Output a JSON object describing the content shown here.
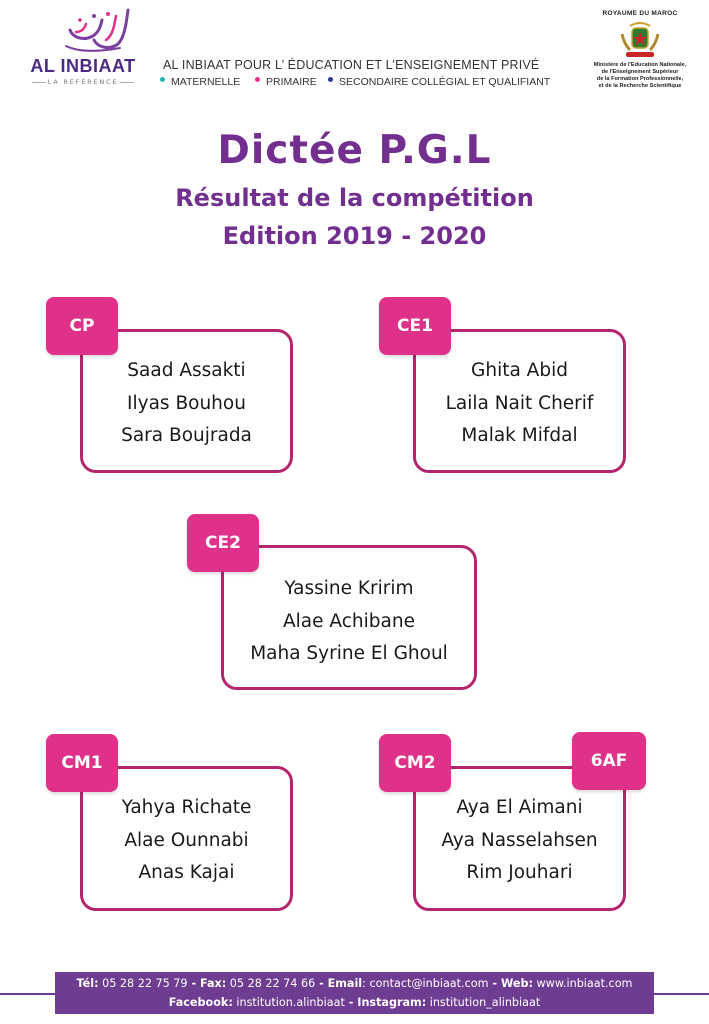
{
  "header": {
    "logo": {
      "arabic_mark": "الإنبعاث",
      "name": "AL INBIAAT",
      "tagline": "LA RÉFÉRENCE"
    },
    "school_name": "AL INBIAAT POUR L’ ÉDUCATION ET L’ENSEIGNEMENT PRIVÉ",
    "levels": [
      {
        "label": "MATERNELLE",
        "color": "#1fb7b0"
      },
      {
        "label": "PRIMAIRE",
        "color": "#e0318a"
      },
      {
        "label": "SECONDAIRE COLLÉGIAL ET QUALIFIANT",
        "color": "#2b3a8c"
      }
    ],
    "ministry": {
      "kingdom": "ROYAUME DU MAROC",
      "lines": [
        "Ministère de l'Education Nationale,",
        "de l'Enseignement Supérieur",
        "de la Formation Professionnelle,",
        "et de la Recherche Scientifique"
      ]
    }
  },
  "title": "Dictée P.G.L",
  "subtitle": "Résultat de la compétition",
  "edition": "Edition 2019 - 2020",
  "results": [
    {
      "level": "CP",
      "names": [
        "Saad Assakti",
        "Ilyas Bouhou",
        "Sara Boujrada"
      ]
    },
    {
      "level": "CE1",
      "names": [
        "Ghita Abid",
        "Laila Nait Cherif",
        "Malak Mifdal"
      ]
    },
    {
      "level": "CE2",
      "names": [
        "Yassine Kririm",
        "Alae Achibane",
        "Maha Syrine El Ghoul"
      ]
    },
    {
      "level": "CM1",
      "names": [
        "Yahya Richate",
        "Alae Ounnabi",
        "Anas Kajai"
      ]
    },
    {
      "level": "CM2",
      "extra_level": "6AF",
      "names": [
        "Aya El Aimani",
        "Aya Nasselahsen",
        "Rim Jouhari"
      ]
    }
  ],
  "footer": {
    "tel_label": "Tél:",
    "tel": "05 28 22 75 79",
    "fax_label": "Fax:",
    "fax": "05 28 22 74 66",
    "email_label": "Email",
    "email": "contact@inbiaat.com",
    "web_label": "Web:",
    "web": "www.inbiaat.com",
    "facebook_label": "Facebook:",
    "facebook": "institution.alinbiaat",
    "instagram_label": "Instagram:",
    "instagram": "institution_alinbiaat",
    "separator": " - "
  },
  "colors": {
    "purple": "#722f8f",
    "pink": "#e0318a",
    "card_border": "#b5256e",
    "footer_bg": "#6e3c90"
  }
}
